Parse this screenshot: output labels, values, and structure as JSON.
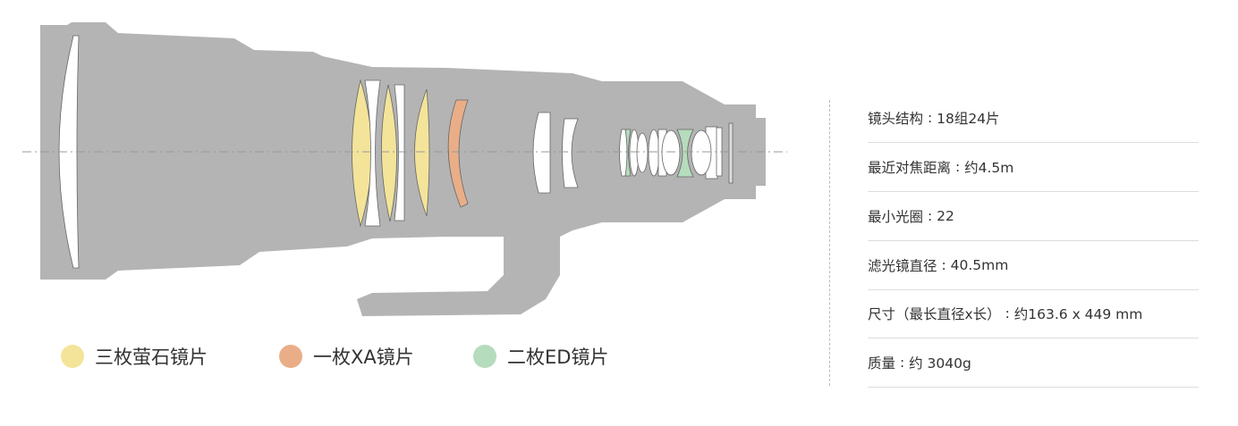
{
  "legend": [
    {
      "label": "三枚萤石镜片",
      "color": "#f3e49a"
    },
    {
      "label": "一枚XA镜片",
      "color": "#e9ae88"
    },
    {
      "label": "二枚ED镜片",
      "color": "#b5dcbc"
    }
  ],
  "specs": [
    {
      "label": "镜头结构",
      "value": "18组24片"
    },
    {
      "label": "最近对焦距离",
      "value": "约4.5m"
    },
    {
      "label": "最小光圈",
      "value": "22"
    },
    {
      "label": "滤光镜直径",
      "value": "40.5mm"
    },
    {
      "label": "尺寸（最长直径x长）",
      "value": "约163.6 x 449 mm"
    },
    {
      "label": "质量",
      "value": "约 3040g"
    }
  ],
  "colors": {
    "body": "#b4b4b4",
    "fluorite": "#f3e49a",
    "xa": "#e9ae88",
    "ed": "#b5dcbc"
  }
}
